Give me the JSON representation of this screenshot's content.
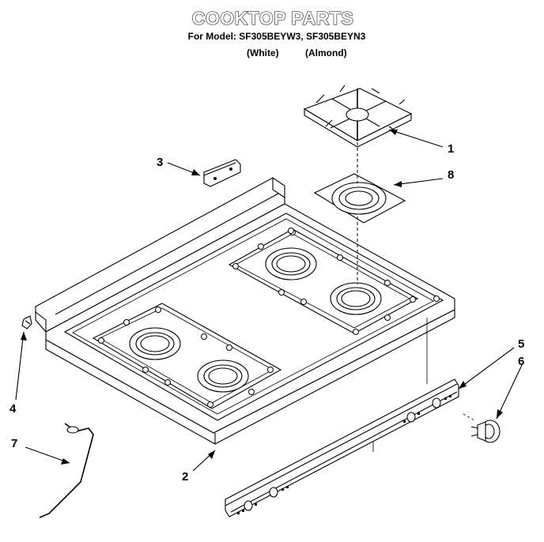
{
  "header": {
    "title": "COOKTOP PARTS",
    "model_line": "For Model: SF305BEYW3, SF305BEYN3",
    "color_white": "(White)",
    "color_almond": "(Almond)"
  },
  "callouts": [
    "1",
    "2",
    "3",
    "4",
    "5",
    "6",
    "7",
    "8"
  ],
  "parts": [
    {
      "callout": "1",
      "part": "burner-grate"
    },
    {
      "callout": "2",
      "part": "cooktop"
    },
    {
      "callout": "3",
      "part": "bracket"
    },
    {
      "callout": "4",
      "part": "side-clip"
    },
    {
      "callout": "5",
      "part": "control-panel"
    },
    {
      "callout": "6",
      "part": "control-knob"
    },
    {
      "callout": "7",
      "part": "wire-rod"
    },
    {
      "callout": "8",
      "part": "burner-bowl"
    }
  ]
}
